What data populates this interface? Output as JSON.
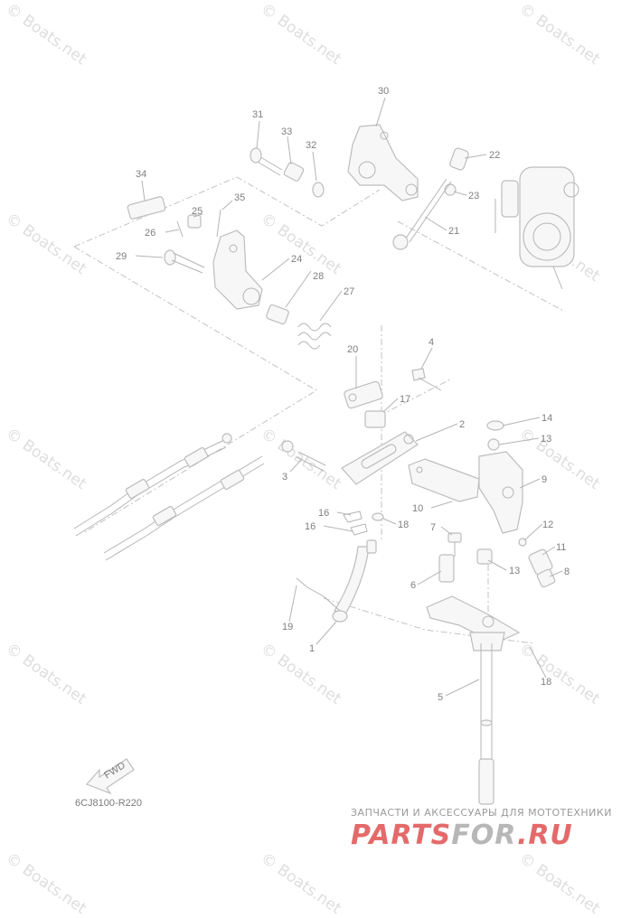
{
  "callouts": [
    {
      "id": "c1",
      "label": "1"
    },
    {
      "id": "c2",
      "label": "2"
    },
    {
      "id": "c3",
      "label": "3"
    },
    {
      "id": "c4",
      "label": "4"
    },
    {
      "id": "c5",
      "label": "5"
    },
    {
      "id": "c6",
      "label": "6"
    },
    {
      "id": "c7",
      "label": "7"
    },
    {
      "id": "c8",
      "label": "8"
    },
    {
      "id": "c9",
      "label": "9"
    },
    {
      "id": "c10",
      "label": "10"
    },
    {
      "id": "c11",
      "label": "11"
    },
    {
      "id": "c12",
      "label": "12"
    },
    {
      "id": "c13a",
      "label": "13"
    },
    {
      "id": "c13b",
      "label": "13"
    },
    {
      "id": "c14",
      "label": "14"
    },
    {
      "id": "c16a",
      "label": "16"
    },
    {
      "id": "c16b",
      "label": "16"
    },
    {
      "id": "c17",
      "label": "17"
    },
    {
      "id": "c18a",
      "label": "18"
    },
    {
      "id": "c18b",
      "label": "18"
    },
    {
      "id": "c19",
      "label": "19"
    },
    {
      "id": "c20",
      "label": "20"
    },
    {
      "id": "c21",
      "label": "21"
    },
    {
      "id": "c22",
      "label": "22"
    },
    {
      "id": "c23",
      "label": "23"
    },
    {
      "id": "c24",
      "label": "24"
    },
    {
      "id": "c25",
      "label": "25"
    },
    {
      "id": "c26",
      "label": "26"
    },
    {
      "id": "c27",
      "label": "27"
    },
    {
      "id": "c28",
      "label": "28"
    },
    {
      "id": "c29",
      "label": "29"
    },
    {
      "id": "c30",
      "label": "30"
    },
    {
      "id": "c31",
      "label": "31"
    },
    {
      "id": "c32",
      "label": "32"
    },
    {
      "id": "c33",
      "label": "33"
    },
    {
      "id": "c34",
      "label": "34"
    },
    {
      "id": "c35",
      "label": "35"
    }
  ],
  "fwd_label": "FWD",
  "diagram_code": "6CJ8100-R220",
  "watermark_text": "© Boats.net",
  "footer": {
    "tagline": "ЗАПЧАСТИ И АКСЕССУАРЫ ДЛЯ МОТОТЕХНИКИ",
    "logo_part1": "PARTS",
    "logo_part2": "FOR",
    "logo_part3": ".RU"
  },
  "colors": {
    "logo_red": "#e46a6a",
    "logo_gray": "#b7b7b7",
    "line_gray": "#b5b5b5",
    "watermark": "#dedede"
  }
}
